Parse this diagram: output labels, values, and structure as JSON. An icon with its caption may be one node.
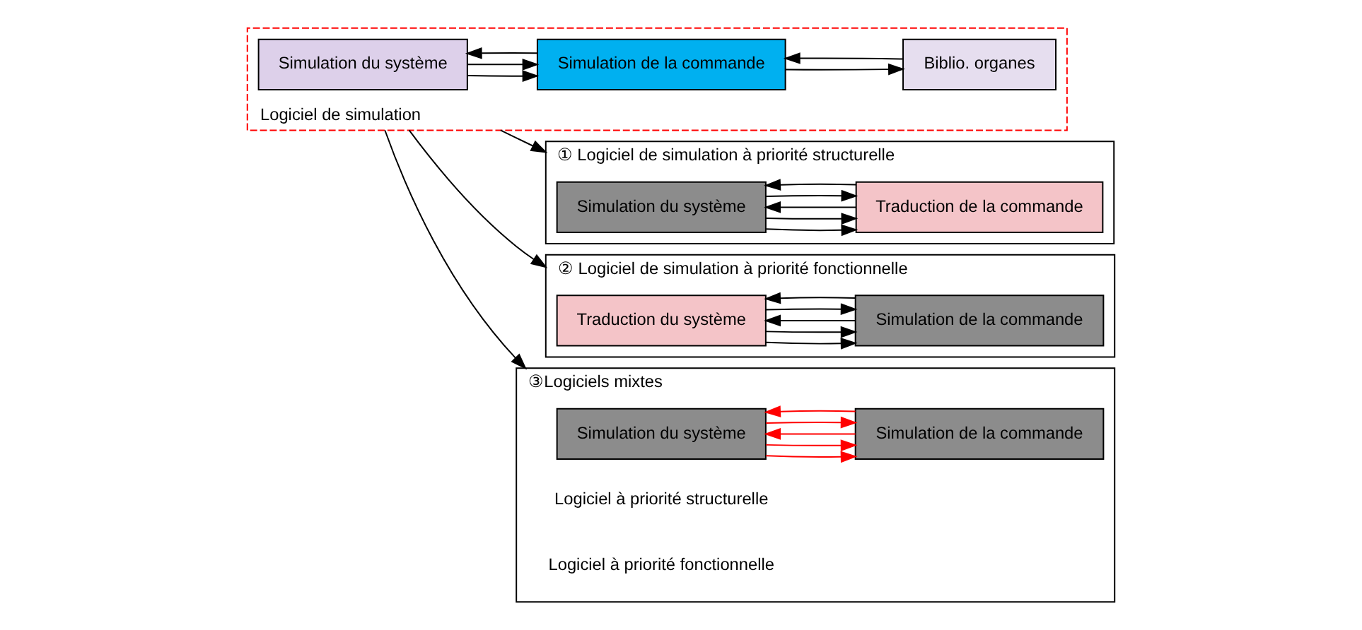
{
  "diagram": {
    "nodes": [
      {
        "text": [
          "Logiciel de simulation"
        ]
      },
      {
        "text": [
          "Simulation du système"
        ],
        "in": 0
      },
      {
        "text": [
          "Biblio. organes"
        ],
        "in": 0
      },
      {
        "text": [
          "Simulation de la commande"
        ],
        "in": 0
      },
      {
        "text": [
          "① Logiciel de simulation à priorité structurelle"
        ]
      },
      {
        "text": [
          "Simulation du système"
        ],
        "in": 4
      },
      {
        "text": [
          "Traduction de la commande"
        ],
        "in": 4
      },
      {
        "text": [
          "② Logiciel de simulation à priorité fonctionnelle"
        ]
      },
      {
        "text": [
          "Traduction du système"
        ],
        "in": 7
      },
      {
        "text": [
          "Simulation de la commande"
        ],
        "in": 7
      },
      {
        "text": [
          "③Logiciels mixtes"
        ]
      },
      {
        "text": [
          "Simulation du système"
        ],
        "in": 10
      },
      {
        "text": [
          "Simulation de la commande"
        ],
        "in": 10
      }
    ],
    "edges": [
      {
        "from": 1,
        "to": 3,
        "arrow": "to"
      },
      {
        "from": 1,
        "to": 3,
        "arrow": "to"
      },
      {
        "from": 3,
        "to": 1,
        "arrow": "to"
      },
      {
        "from": 2,
        "to": 3,
        "arrow": "to"
      },
      {
        "from": 3,
        "to": 2,
        "arrow": "to"
      },
      {
        "from": 0,
        "to": 4,
        "arrow": "to"
      },
      {
        "from": 0,
        "to": 7,
        "arrow": "to"
      },
      {
        "from": 0,
        "to": 10,
        "arrow": "to"
      },
      {
        "from": 5,
        "to": 6,
        "arrow": "to"
      },
      {
        "from": 5,
        "to": 6,
        "arrow": "to"
      },
      {
        "from": 6,
        "to": 5,
        "arrow": "to"
      },
      {
        "from": 5,
        "to": 6,
        "arrow": "to"
      },
      {
        "from": 6,
        "to": 5,
        "arrow": "to"
      },
      {
        "from": 8,
        "to": 9,
        "arrow": "to"
      },
      {
        "from": 8,
        "to": 9,
        "arrow": "to"
      },
      {
        "from": 9,
        "to": 8,
        "arrow": "to"
      },
      {
        "from": 8,
        "to": 9,
        "arrow": "to"
      },
      {
        "from": 9,
        "to": 8,
        "arrow": "to"
      },
      {
        "from": 11,
        "to": 12,
        "arrow": "to",
        "color": "#ff0000"
      },
      {
        "from": 11,
        "to": 12,
        "arrow": "to",
        "color": "#ff0000"
      },
      {
        "from": 12,
        "to": 11,
        "arrow": "to",
        "color": "#ff0000"
      },
      {
        "from": 11,
        "to": 12,
        "arrow": "to",
        "color": "#ff0000"
      },
      {
        "from": 12,
        "to": 11,
        "arrow": "to",
        "color": "#ff0000"
      }
    ],
    "labels": [
      "Logiciel à priorité structurelle",
      "Logiciel à priorité fonctionnelle"
    ]
  }
}
